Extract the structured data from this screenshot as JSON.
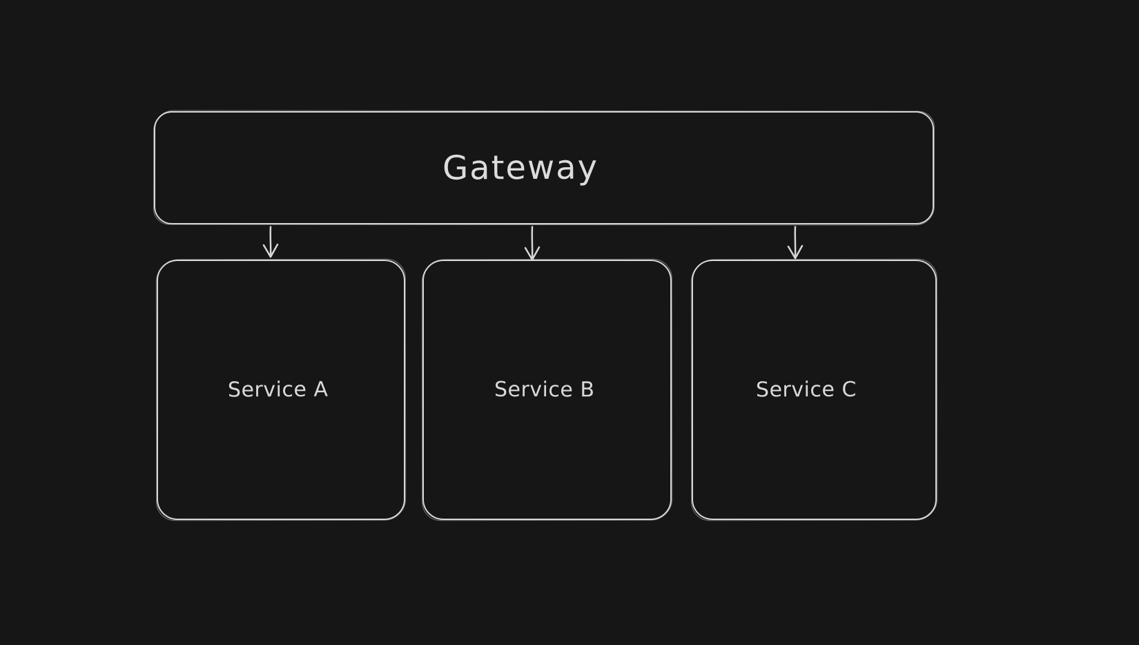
{
  "canvas": {
    "background_color": "#161616",
    "stroke_color": "#d6d6d6",
    "text_color": "#d9d9d9"
  },
  "nodes": {
    "gateway": {
      "label": "Gateway"
    },
    "service_a": {
      "label": "Service A"
    },
    "service_b": {
      "label": "Service B"
    },
    "service_c": {
      "label": "Service C"
    }
  },
  "connectors": [
    {
      "name": "arrow-gateway-to-service-a",
      "from": "Gateway",
      "to": "Service A",
      "direction": "down"
    },
    {
      "name": "arrow-gateway-to-service-b",
      "from": "Gateway",
      "to": "Service B",
      "direction": "down"
    },
    {
      "name": "arrow-gateway-to-service-c",
      "from": "Gateway",
      "to": "Service C",
      "direction": "down"
    }
  ]
}
